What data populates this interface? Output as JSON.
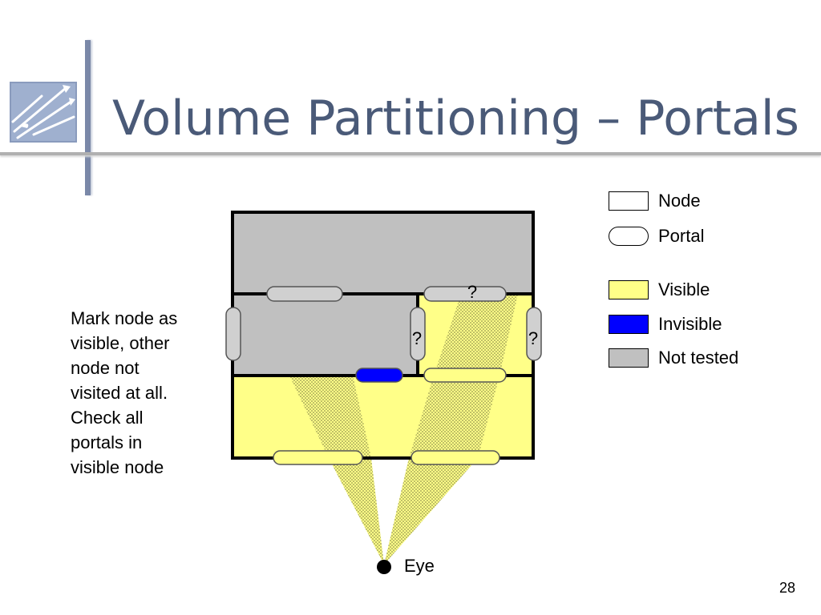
{
  "slide": {
    "title": "Volume Partitioning – Portals",
    "page_number": "28"
  },
  "description": {
    "lines": [
      "Mark node as",
      "visible, other",
      "node not",
      "visited at all.",
      "Check all",
      "portals in",
      "visible node"
    ]
  },
  "legend": {
    "items": [
      {
        "label": "Node",
        "kind": "node",
        "color": "#ffffff"
      },
      {
        "label": "Portal",
        "kind": "portal",
        "color": "#ffffff"
      },
      {
        "label": "Visible",
        "kind": "swatch",
        "color": "#ffff88"
      },
      {
        "label": "Invisible",
        "kind": "swatch",
        "color": "#0000ff"
      },
      {
        "label": "Not tested",
        "kind": "swatch",
        "color": "#c0c0c0"
      }
    ]
  },
  "diagram": {
    "eye_label": "Eye",
    "question_marks": [
      "?",
      "?",
      "?"
    ],
    "colors": {
      "visible": "#ffff88",
      "invisible": "#0000ff",
      "not_tested": "#c0c0c0",
      "portal_not_tested": "#d0d0d0"
    }
  }
}
